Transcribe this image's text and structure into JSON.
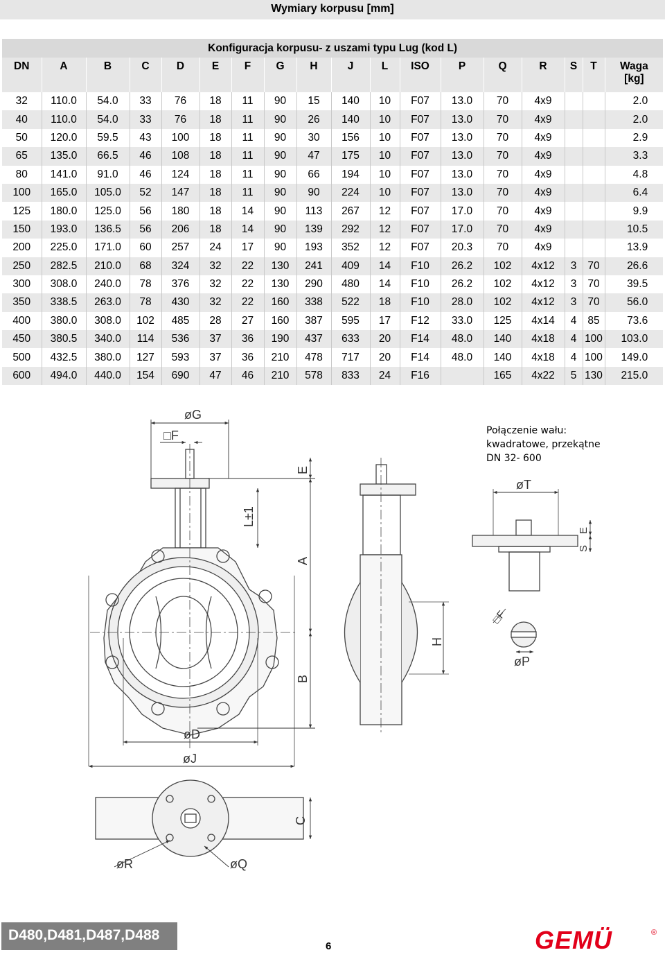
{
  "header": {
    "title": "Wymiary korpusu [mm]"
  },
  "table": {
    "config_title": "Konfiguracja korpusu- z uszami typu Lug (kod L)",
    "columns": [
      "DN",
      "A",
      "B",
      "C",
      "D",
      "E",
      "F",
      "G",
      "H",
      "J",
      "L",
      "ISO",
      "P",
      "Q",
      "R",
      "S",
      "T",
      "Waga\n[kg]"
    ],
    "rows": [
      [
        "32",
        "110.0",
        "54.0",
        "33",
        "76",
        "18",
        "11",
        "90",
        "15",
        "140",
        "10",
        "F07",
        "13.0",
        "70",
        "4x9",
        "",
        "",
        "2.0"
      ],
      [
        "40",
        "110.0",
        "54.0",
        "33",
        "76",
        "18",
        "11",
        "90",
        "26",
        "140",
        "10",
        "F07",
        "13.0",
        "70",
        "4x9",
        "",
        "",
        "2.0"
      ],
      [
        "50",
        "120.0",
        "59.5",
        "43",
        "100",
        "18",
        "11",
        "90",
        "30",
        "156",
        "10",
        "F07",
        "13.0",
        "70",
        "4x9",
        "",
        "",
        "2.9"
      ],
      [
        "65",
        "135.0",
        "66.5",
        "46",
        "108",
        "18",
        "11",
        "90",
        "47",
        "175",
        "10",
        "F07",
        "13.0",
        "70",
        "4x9",
        "",
        "",
        "3.3"
      ],
      [
        "80",
        "141.0",
        "91.0",
        "46",
        "124",
        "18",
        "11",
        "90",
        "66",
        "194",
        "10",
        "F07",
        "13.0",
        "70",
        "4x9",
        "",
        "",
        "4.8"
      ],
      [
        "100",
        "165.0",
        "105.0",
        "52",
        "147",
        "18",
        "11",
        "90",
        "90",
        "224",
        "10",
        "F07",
        "13.0",
        "70",
        "4x9",
        "",
        "",
        "6.4"
      ],
      [
        "125",
        "180.0",
        "125.0",
        "56",
        "180",
        "18",
        "14",
        "90",
        "113",
        "267",
        "12",
        "F07",
        "17.0",
        "70",
        "4x9",
        "",
        "",
        "9.9"
      ],
      [
        "150",
        "193.0",
        "136.5",
        "56",
        "206",
        "18",
        "14",
        "90",
        "139",
        "292",
        "12",
        "F07",
        "17.0",
        "70",
        "4x9",
        "",
        "",
        "10.5"
      ],
      [
        "200",
        "225.0",
        "171.0",
        "60",
        "257",
        "24",
        "17",
        "90",
        "193",
        "352",
        "12",
        "F07",
        "20.3",
        "70",
        "4x9",
        "",
        "",
        "13.9"
      ],
      [
        "250",
        "282.5",
        "210.0",
        "68",
        "324",
        "32",
        "22",
        "130",
        "241",
        "409",
        "14",
        "F10",
        "26.2",
        "102",
        "4x12",
        "3",
        "70",
        "26.6"
      ],
      [
        "300",
        "308.0",
        "240.0",
        "78",
        "376",
        "32",
        "22",
        "130",
        "290",
        "480",
        "14",
        "F10",
        "26.2",
        "102",
        "4x12",
        "3",
        "70",
        "39.5"
      ],
      [
        "350",
        "338.5",
        "263.0",
        "78",
        "430",
        "32",
        "22",
        "160",
        "338",
        "522",
        "18",
        "F10",
        "28.0",
        "102",
        "4x12",
        "3",
        "70",
        "56.0"
      ],
      [
        "400",
        "380.0",
        "308.0",
        "102",
        "485",
        "28",
        "27",
        "160",
        "387",
        "595",
        "17",
        "F12",
        "33.0",
        "125",
        "4x14",
        "4",
        "85",
        "73.6"
      ],
      [
        "450",
        "380.5",
        "340.0",
        "114",
        "536",
        "37",
        "36",
        "190",
        "437",
        "633",
        "20",
        "F14",
        "48.0",
        "140",
        "4x18",
        "4",
        "100",
        "103.0"
      ],
      [
        "500",
        "432.5",
        "380.0",
        "127",
        "593",
        "37",
        "36",
        "210",
        "478",
        "717",
        "20",
        "F14",
        "48.0",
        "140",
        "4x18",
        "4",
        "100",
        "149.0"
      ],
      [
        "600",
        "494.0",
        "440.0",
        "154",
        "690",
        "47",
        "46",
        "210",
        "578",
        "833",
        "24",
        "F16",
        "",
        "165",
        "4x22",
        "5",
        "130",
        "215.0"
      ]
    ]
  },
  "note": {
    "line1": "Połączenie wału:",
    "line2": "kwadratowe, przekątne",
    "line3": "DN 32- 600"
  },
  "drawing": {
    "labels": {
      "G": "øG",
      "F": "□F",
      "E": "E",
      "L": "L±1",
      "A": "A",
      "B": "B",
      "D": "øD",
      "J": "øJ",
      "H": "H",
      "C": "C",
      "R": "øR",
      "Q": "øQ",
      "T": "øT",
      "E2": "E",
      "S": "S",
      "F2": "□F",
      "P": "øP"
    }
  },
  "footer": {
    "product_codes": "D480,D481,D487,D488",
    "page_number": "6",
    "logo_text": "GEMÜ",
    "logo_mark": "®",
    "brand_color": "#e2001a",
    "badge_color": "#808080"
  }
}
